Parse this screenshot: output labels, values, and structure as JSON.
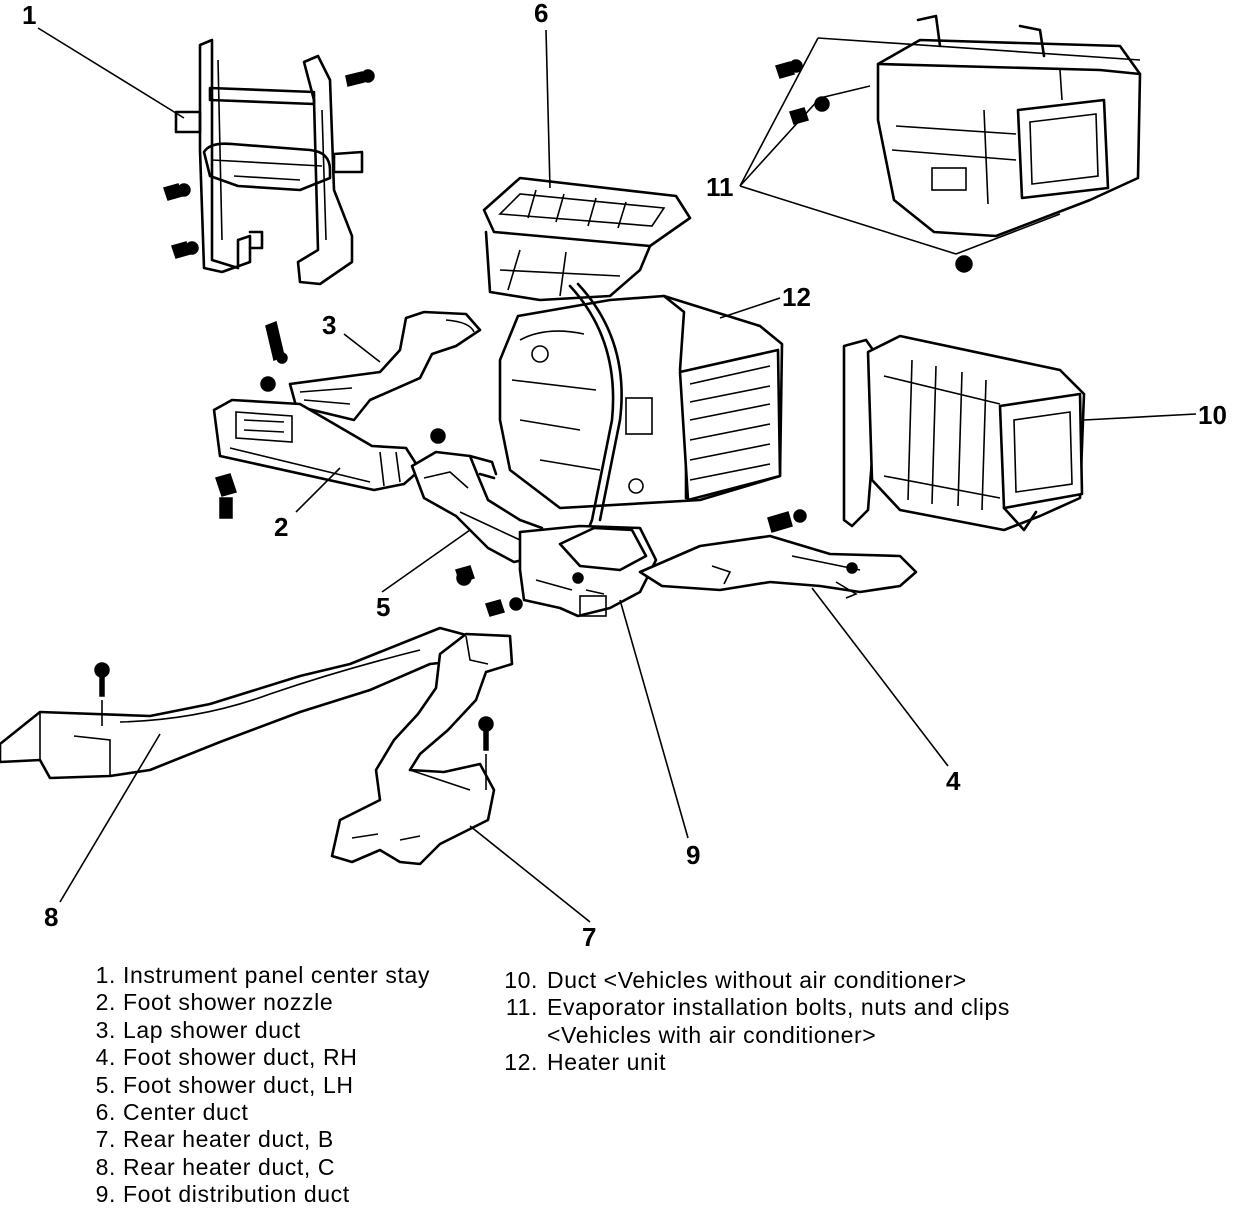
{
  "callouts": [
    "1",
    "2",
    "3",
    "4",
    "5",
    "6",
    "7",
    "8",
    "9",
    "10",
    "11",
    "12"
  ],
  "legend": {
    "left": [
      {
        "num": "1.",
        "text": "Instrument panel center stay"
      },
      {
        "num": "2.",
        "text": "Foot shower nozzle"
      },
      {
        "num": "3.",
        "text": "Lap shower duct"
      },
      {
        "num": "4.",
        "text": "Foot shower duct, RH"
      },
      {
        "num": "5.",
        "text": "Foot shower duct, LH"
      },
      {
        "num": "6.",
        "text": "Center duct"
      },
      {
        "num": "7.",
        "text": "Rear heater duct, B"
      },
      {
        "num": "8.",
        "text": "Rear heater duct, C"
      },
      {
        "num": "9.",
        "text": "Foot distribution duct"
      }
    ],
    "right": [
      {
        "num": "10.",
        "text": "Duct  <Vehicles without air conditioner>"
      },
      {
        "num": "11.",
        "text": "Evaporator installation bolts, nuts and clips"
      },
      {
        "num": "",
        "text": "<Vehicles with air conditioner>"
      },
      {
        "num": "12.",
        "text": "Heater unit"
      }
    ]
  }
}
